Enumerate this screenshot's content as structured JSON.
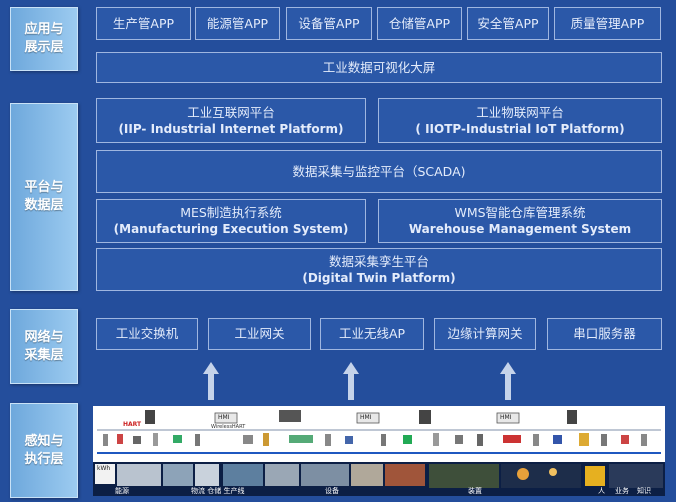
{
  "layers": [
    {
      "label": "应用与\n展示层"
    },
    {
      "label": "平台与\n数据层"
    },
    {
      "label": "网络与\n采集层"
    },
    {
      "label": "感知与\n执行层"
    }
  ],
  "apps": [
    "生产管APP",
    "能源管APP",
    "设备管APP",
    "仓储管APP",
    "安全管APP",
    "质量管理APP"
  ],
  "dashboard": "工业数据可视化大屏",
  "platform": {
    "iip": {
      "cn": "工业互联网平台",
      "en": "(IIP- Industrial Internet Platform)"
    },
    "iiotp": {
      "cn": "工业物联网平台",
      "en": "( IIOTP-Industrial IoT Platform)"
    },
    "scada": "数据采集与监控平台（SCADA)",
    "mes": {
      "cn": "MES制造执行系统",
      "en": "(Manufacturing Execution System)"
    },
    "wms": {
      "cn": "WMS智能仓库管理系统",
      "en": "Warehouse Management System"
    },
    "twin": {
      "cn": "数据采集孪生平台",
      "en": "(Digital Twin Platform)"
    }
  },
  "network": [
    "工业交换机",
    "工业网关",
    "工业无线AP",
    "边缘计算网关",
    "串口服务器"
  ],
  "field": {
    "hmi_label": "HMI",
    "hart_label": "HART",
    "whart_label": "WirelessHART",
    "kwh_label": "kWh",
    "captions": [
      "能源",
      "物流 仓储 生产线",
      "设备",
      "装置",
      "人",
      "业务",
      "知识"
    ]
  },
  "colors": {
    "background": "#244e9c",
    "box": "#2b58a8",
    "border": "#9fb6e0",
    "arrow": "#c5d3ea"
  }
}
